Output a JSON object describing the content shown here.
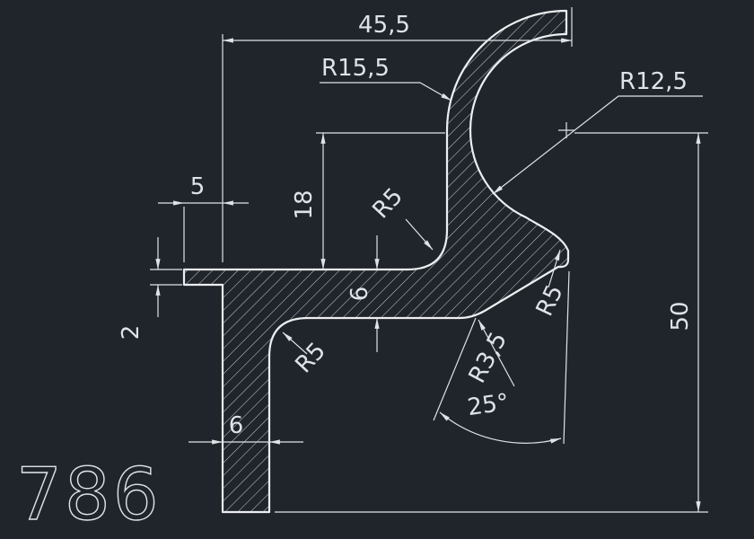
{
  "drawing": {
    "part_number": "786",
    "colors": {
      "background": "#20252c",
      "geometry": "#eceef0",
      "dimension": "#dfe3e7",
      "hatch": "#c9ced4"
    },
    "dimensions": {
      "overall_width": "45,5",
      "hook_outer_radius": "R15,5",
      "hook_inner_radius": "R12,5",
      "tab_length": "5",
      "center_to_web": "18",
      "wall_fillet": "R5",
      "tab_thickness": "2",
      "web_thickness": "6",
      "lobe_fillet": "R5",
      "leg_fillet": "R5",
      "small_fillet": "R3,5",
      "lobe_angle": "25°",
      "leg_width": "6",
      "overall_height": "50"
    }
  }
}
